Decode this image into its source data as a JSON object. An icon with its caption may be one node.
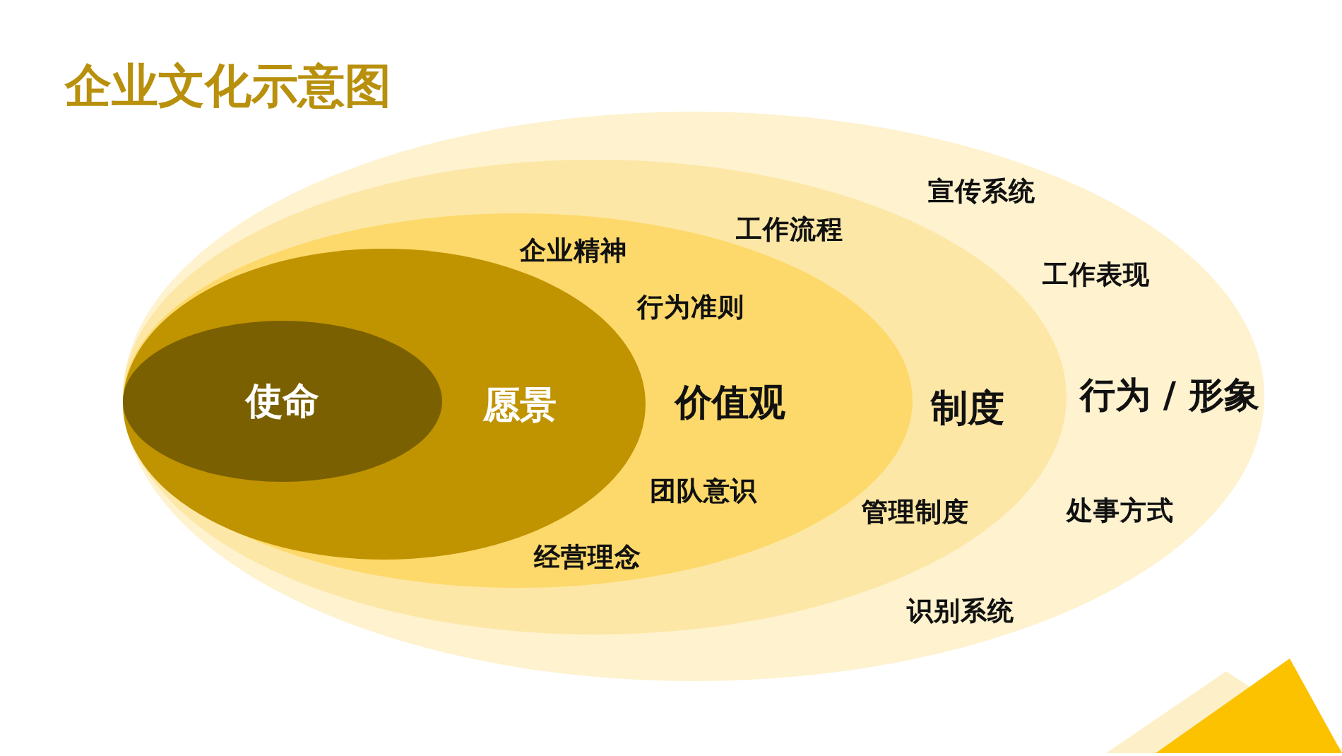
{
  "diagram": {
    "title": "企业文化示意图",
    "nodes": [
      {
        "text": [
          "行为 / 形象",
          "宣传系统",
          "工作表现",
          "处事方式",
          "识别系统"
        ]
      },
      {
        "text": [
          "制度",
          "工作流程",
          "管理制度"
        ],
        "in": 0
      },
      {
        "text": [
          "价值观",
          "企业精神",
          "行为准则",
          "团队意识",
          "经营理念"
        ],
        "in": 1
      },
      {
        "text": [
          "愿景"
        ],
        "in": 2
      },
      {
        "text": [
          "使命"
        ],
        "in": 3
      }
    ]
  }
}
